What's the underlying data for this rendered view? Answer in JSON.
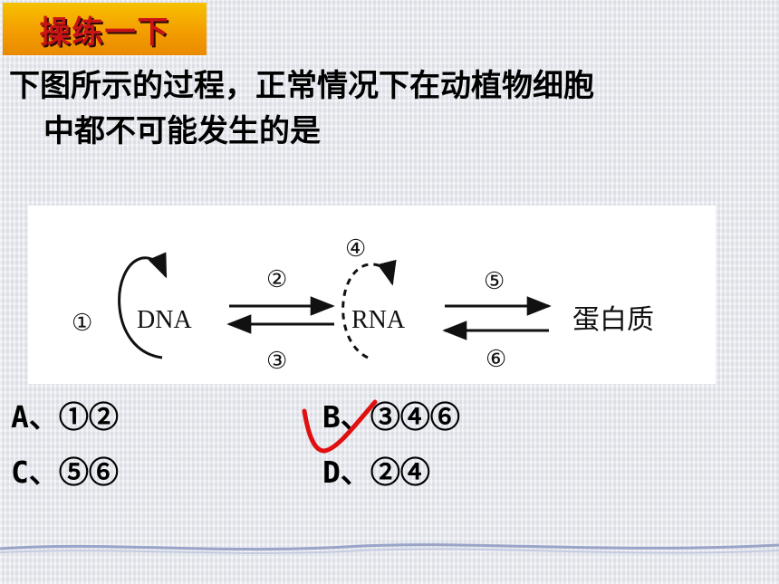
{
  "slide": {
    "title": "操练一下",
    "question_line1": "下图所示的过程，正常情况下在动植物细胞",
    "question_line2": "中都不可能发生的是"
  },
  "figure": {
    "labels": {
      "n1": "①",
      "n2": "②",
      "n3": "③",
      "n4": "④",
      "n5": "⑤",
      "n6": "⑥",
      "dna": "DNA",
      "rna": "RNA",
      "protein": "蛋白质"
    }
  },
  "options": [
    {
      "letter": "A、",
      "text": "①②"
    },
    {
      "letter": "B、",
      "text": "③④⑥"
    },
    {
      "letter": "C、",
      "text": "⑤⑥"
    },
    {
      "letter": "D、",
      "text": "②④"
    }
  ],
  "colors": {
    "title_bg": "#f4a000",
    "title_text": "#c81414",
    "check_mark": "#e01010"
  }
}
